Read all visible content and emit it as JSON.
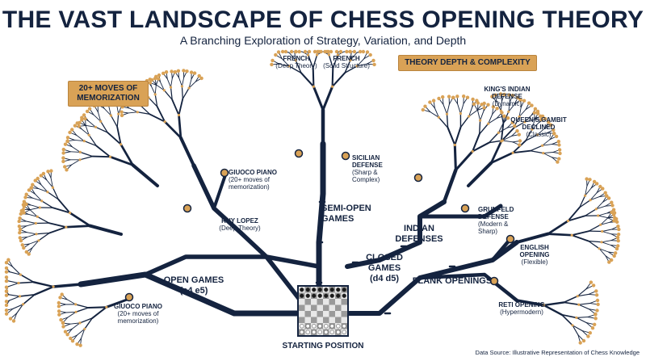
{
  "header": {
    "title": "THE VAST LANDSCAPE OF CHESS OPENING THEORY",
    "subtitle": "A Branching Exploration of Strategy, Variation, and Depth"
  },
  "callouts": {
    "memorization": "20+ MOVES OF MEMORIZATION",
    "depth": "THEORY DEPTH & COMPLEXITY"
  },
  "branches": {
    "open_games": {
      "line1": "OPEN GAMES",
      "line2": "(e4 e5)"
    },
    "semi_open": {
      "line1": "SEMI-OPEN",
      "line2": "GAMES"
    },
    "closed_games": {
      "line1": "CLOSED GAMES",
      "line2": "(d4 d5)"
    },
    "indian": {
      "line1": "INDIAN",
      "line2": "DEFENSES"
    },
    "flank": {
      "line1": "FLANK OPENINGS"
    }
  },
  "nodes": {
    "giuoco_low": {
      "name": "GIUOCO PIANO",
      "detail1": "(20+ moves of",
      "detail2": "memorization)"
    },
    "giuoco_high": {
      "name": "GIUOCO PIANO",
      "detail1": "(20+ moves of",
      "detail2": "memorization)"
    },
    "ruy": {
      "name": "RUY LOPEZ",
      "detail1": "(Deep Theory)"
    },
    "sicilian": {
      "name1": "SICILIAN",
      "name2": "DEFENSE",
      "detail1": "(Sharp &",
      "detail2": "Complex)"
    },
    "french_deep": {
      "name": "FRENCH",
      "detail1": "(Deep Theory)"
    },
    "french_solid": {
      "name": "FRENCH",
      "detail1": "(Solid Structure)"
    },
    "kings_indian": {
      "name1": "KING'S INDIAN",
      "name2": "DEFENSE",
      "detail1": "(Dynamic)"
    },
    "queens_gambit": {
      "name1": "QUEEN'S GAMBIT",
      "name2": "DECLINED",
      "detail1": "(Classic)"
    },
    "grunfeld": {
      "name1": "GRUNFELD",
      "name2": "DEFENSE",
      "detail1": "(Modern &",
      "detail2": "Sharp)"
    },
    "english": {
      "name1": "ENGLISH",
      "name2": "OPENING",
      "detail1": "(Flexible)"
    },
    "reti": {
      "name": "RETI OPENING",
      "detail1": "(Hypermodern)"
    }
  },
  "footer": {
    "start": "STARTING POSITION",
    "source": "Data Source: Illustrative Representation of Chess Knowledge"
  },
  "colors": {
    "navy": "#14233f",
    "gold": "#d9a256",
    "board_light": "#e8e8e8",
    "board_dark": "#9a9a9a"
  }
}
